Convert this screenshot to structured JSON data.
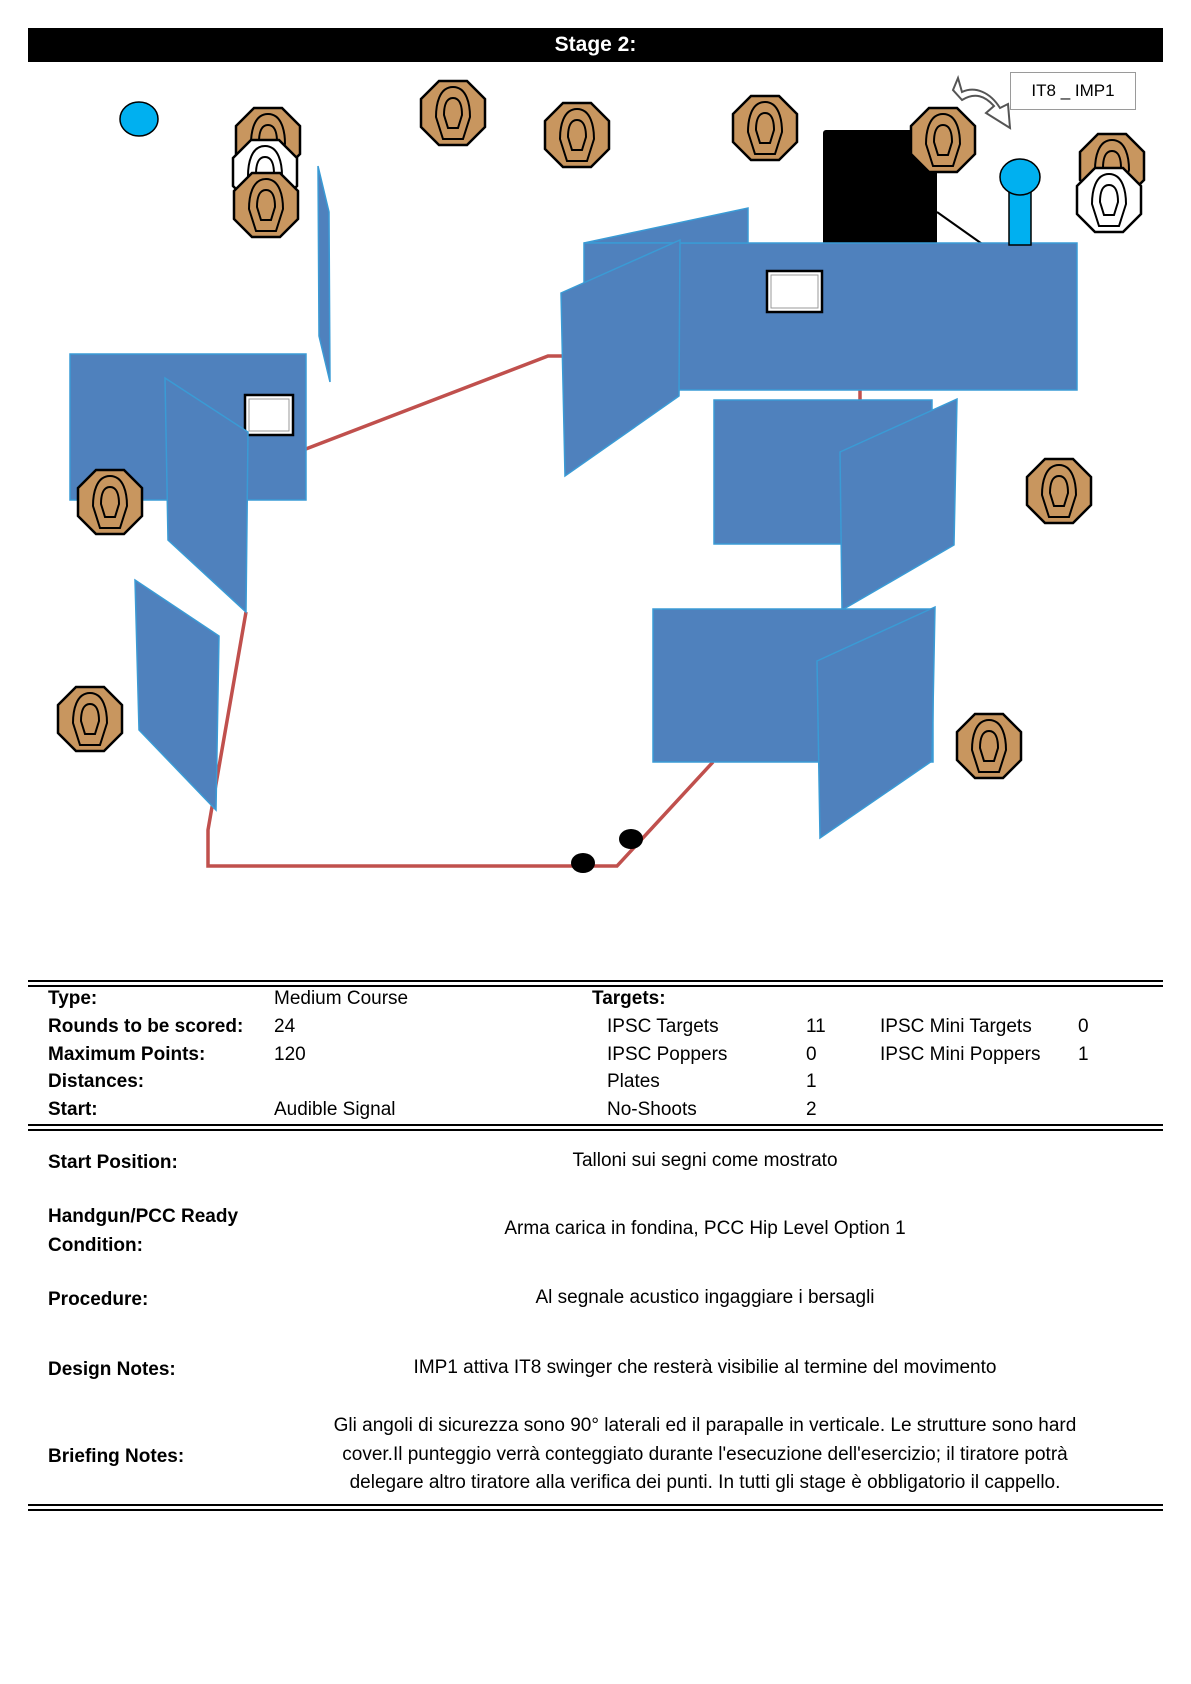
{
  "stage_title": "Stage 2:",
  "diagram": {
    "callout_label": "IT8 _ IMP1",
    "colors": {
      "wall": "#4f81bd",
      "wall_edge": "#3a9bd5",
      "target": "#c8965f",
      "fault_line": "#c0504d",
      "popper": "#00b0f0",
      "barrel": "#000000"
    },
    "icons": [
      "ipsc-target-icon",
      "no-shoot-target-icon",
      "popper-icon",
      "mini-popper-icon",
      "plate-icon",
      "swing-arrow-icon",
      "start-mark-icon",
      "barrel-icon"
    ]
  },
  "summary": {
    "type_label": "Type:",
    "type_value": "Medium Course",
    "rounds_label": "Rounds to be scored:",
    "rounds_value": "24",
    "points_label": "Maximum Points:",
    "points_value": "120",
    "distances_label": "Distances:",
    "distances_value": "",
    "start_label": "Start:",
    "start_value": "Audible Signal",
    "targets_heading": "Targets:",
    "targets": [
      {
        "label": "IPSC Targets",
        "value": "11"
      },
      {
        "label": "IPSC Poppers",
        "value": "0"
      },
      {
        "label": "Plates",
        "value": "1"
      },
      {
        "label": "No-Shoots",
        "value": "2"
      }
    ],
    "mini_targets": [
      {
        "label": "IPSC Mini Targets",
        "value": "0"
      },
      {
        "label": "IPSC Mini Poppers",
        "value": "1"
      }
    ]
  },
  "details": {
    "start_position_label": "Start Position:",
    "start_position_value": "Talloni sui segni come mostrato",
    "ready_label_line1": "Handgun/PCC Ready",
    "ready_label_line2": "Condition:",
    "ready_value": "Arma carica in fondina,  PCC Hip Level Option 1",
    "procedure_label": "Procedure:",
    "procedure_value": "Al segnale acustico ingaggiare  i bersagli",
    "design_label": "Design Notes:",
    "design_value": "IMP1 attiva IT8 swinger che resterà visibilie al termine del movimento",
    "briefing_label": "Briefing Notes:",
    "briefing_lines": [
      "Gli angoli di sicurezza sono 90° laterali ed il parapalle in verticale. Le strutture sono hard",
      "cover.Il punteggio verrà conteggiato durante l'esecuzione dell'esercizio; il tiratore potrà",
      "delegare altro tiratore alla verifica  dei punti. In tutti gli stage è obbligatorio il cappello."
    ]
  }
}
